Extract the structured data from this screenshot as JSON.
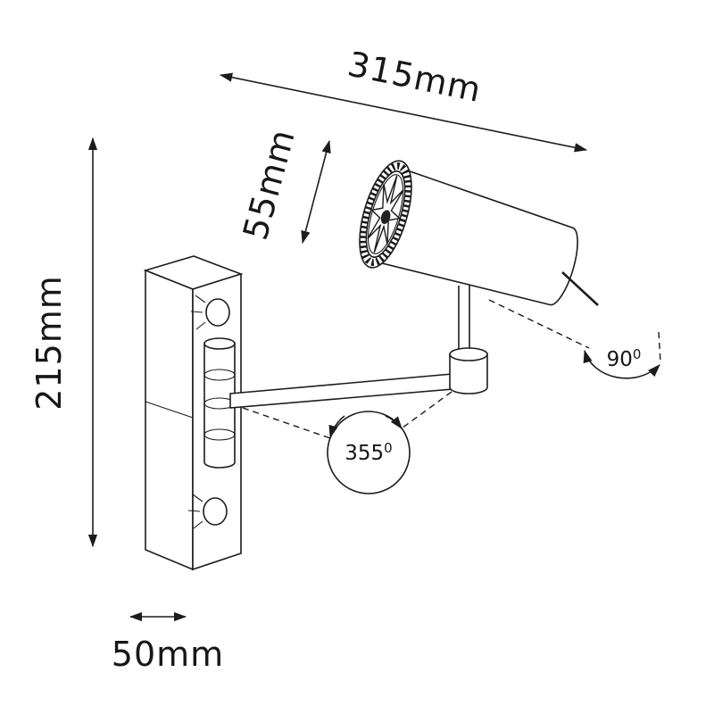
{
  "dimensions": {
    "width": {
      "label": "315mm"
    },
    "head_diameter": {
      "label": "55mm"
    },
    "height": {
      "label": "215mm"
    },
    "depth": {
      "label": "50mm"
    }
  },
  "angles": {
    "tilt": {
      "value": "90",
      "sup": "0"
    },
    "swivel": {
      "value": "355",
      "sup": "0"
    }
  }
}
